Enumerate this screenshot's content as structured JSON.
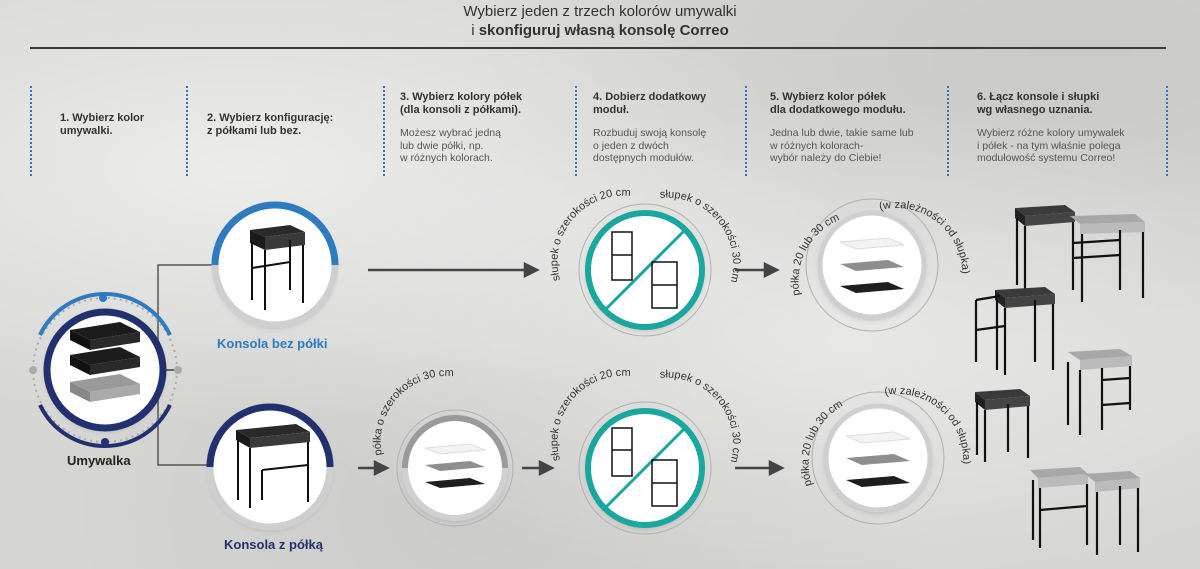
{
  "header": {
    "line1": "Wybierz jeden z trzech kolorów umywalki",
    "line2_prefix": "i",
    "line2_bold": "skonfiguruj własną konsolę Correo"
  },
  "steps": [
    {
      "title_a": "1. Wybierz kolor",
      "title_b": "umywalki.",
      "desc": []
    },
    {
      "title_a": "2. Wybierz konfigurację:",
      "title_b": "z półkami lub bez.",
      "desc": []
    },
    {
      "title_a": "3. Wybierz kolory półek",
      "title_b": "(dla konsoli z półkami).",
      "desc": [
        "Możesz wybrać jedną",
        "lub dwie półki, np.",
        "w różnych kolorach."
      ]
    },
    {
      "title_a": "4. Dobierz dodatkowy",
      "title_b": "moduł.",
      "desc": [
        "Rozbuduj swoją konsolę",
        "o jeden z dwóch",
        "dostępnych modułów."
      ]
    },
    {
      "title_a": "5. Wybierz kolor półek",
      "title_b": "dla dodatkowego modułu.",
      "desc": [
        "Jedna lub dwie, takie same lub",
        "w różnych kolorach-",
        "wybór należy do Ciebie!"
      ]
    },
    {
      "title_a": "6. Łącz konsole i słupki",
      "title_b": "wg własnego uznania.",
      "desc": [
        "Wybierz różne kolory umywalek",
        "i półek - na tym właśnie polega",
        "modułowość systemu Correo!"
      ]
    }
  ],
  "labels": {
    "washbasin": "Umywalka",
    "console_no_shelf": "Konsola bez półki",
    "console_shelf": "Konsola z półką"
  },
  "arcs": {
    "post_20": "słupek o szerokości 20 cm",
    "post_30": "słupek o szerokości 30 cm",
    "shelf_30": "półka o szerokości 30 cm",
    "shelf_20_30": "półka 20 lub 30 cm",
    "depending": "(w zależności od słupka)"
  },
  "colors": {
    "blue_ring": "#2f7bc0",
    "navy_ring": "#23306f",
    "teal_ring": "#1aa7a0",
    "grey_ring": "#9a9a9a",
    "separator": "#3b6fb6"
  }
}
